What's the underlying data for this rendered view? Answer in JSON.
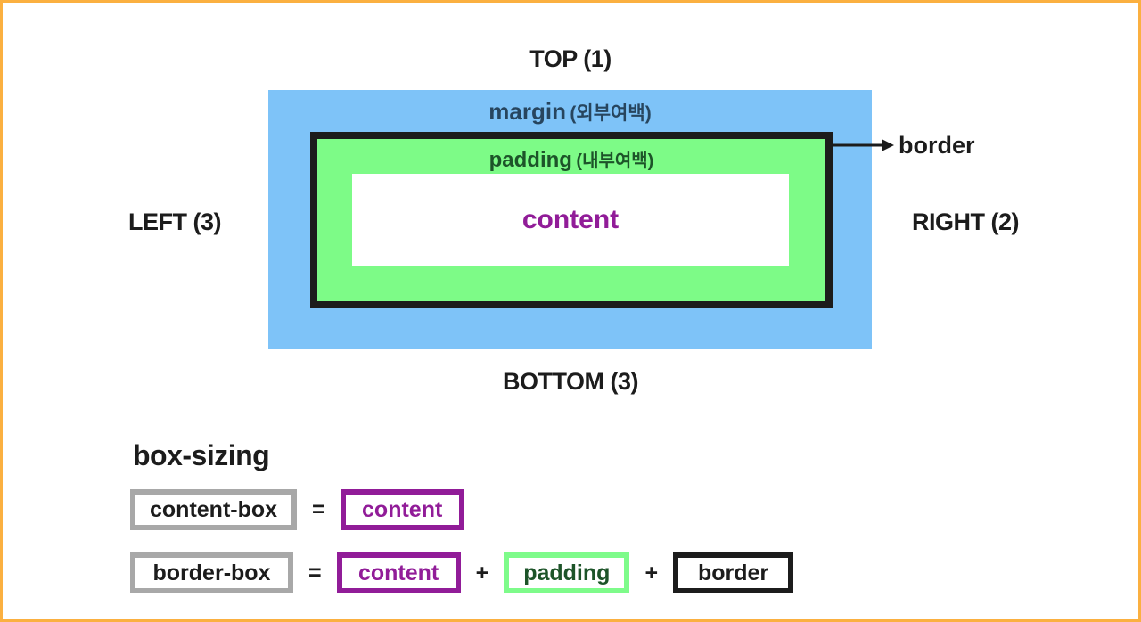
{
  "colors": {
    "frame_border": "#fbb040",
    "margin_fill": "#7ec3f8",
    "margin_text": "#27455e",
    "padding_fill": "#7dfb87",
    "padding_text": "#1d5429",
    "content_text": "#911c98",
    "border_black": "#1c1c1c",
    "gray_box_border": "#a8a8a8",
    "purple_box_border": "#911c98",
    "green_box_border": "#7efb8a"
  },
  "diagram": {
    "top_label": "TOP (1)",
    "right_label": "RIGHT (2)",
    "bottom_label": "BOTTOM (3)",
    "left_label": "LEFT (3)",
    "margin_label": "margin",
    "margin_sublabel": "(외부여백)",
    "padding_label": "padding",
    "padding_sublabel": "(내부여백)",
    "content_label": "content",
    "border_label": "border"
  },
  "box_sizing": {
    "title": "box-sizing",
    "equals": "=",
    "plus": "+",
    "rows": [
      {
        "name": "content-box",
        "terms": [
          "content"
        ]
      },
      {
        "name": "border-box",
        "terms": [
          "content",
          "padding",
          "border"
        ]
      }
    ]
  }
}
